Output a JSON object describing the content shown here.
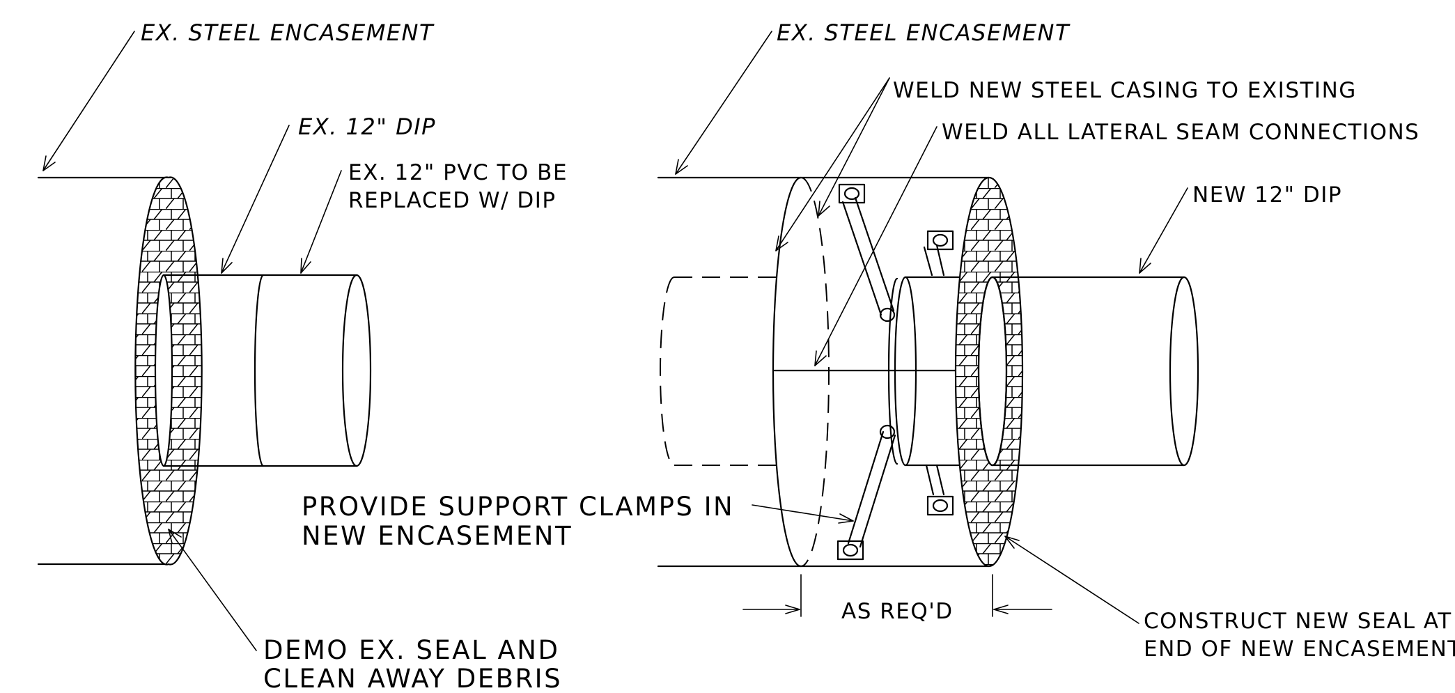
{
  "labels": {
    "left_encasement": "EX. STEEL ENCASEMENT",
    "left_dip": "EX. 12\" DIP",
    "left_pvc_1": "EX. 12\" PVC TO BE",
    "left_pvc_2": "REPLACED W/ DIP",
    "demo_1": "DEMO EX. SEAL AND",
    "demo_2": "CLEAN AWAY DEBRIS",
    "right_encasement": "EX. STEEL ENCASEMENT",
    "weld_casing": "WELD NEW STEEL CASING TO EXISTING",
    "weld_seams": "WELD ALL LATERAL SEAM CONNECTIONS",
    "new_dip": "NEW 12\" DIP",
    "clamps_1": "PROVIDE SUPPORT CLAMPS IN",
    "clamps_2": "NEW ENCASEMENT",
    "as_reqd": "AS REQ'D",
    "seal_1": "CONSTRUCT NEW SEAL AT",
    "seal_2": "END OF NEW ENCASEMENT"
  }
}
